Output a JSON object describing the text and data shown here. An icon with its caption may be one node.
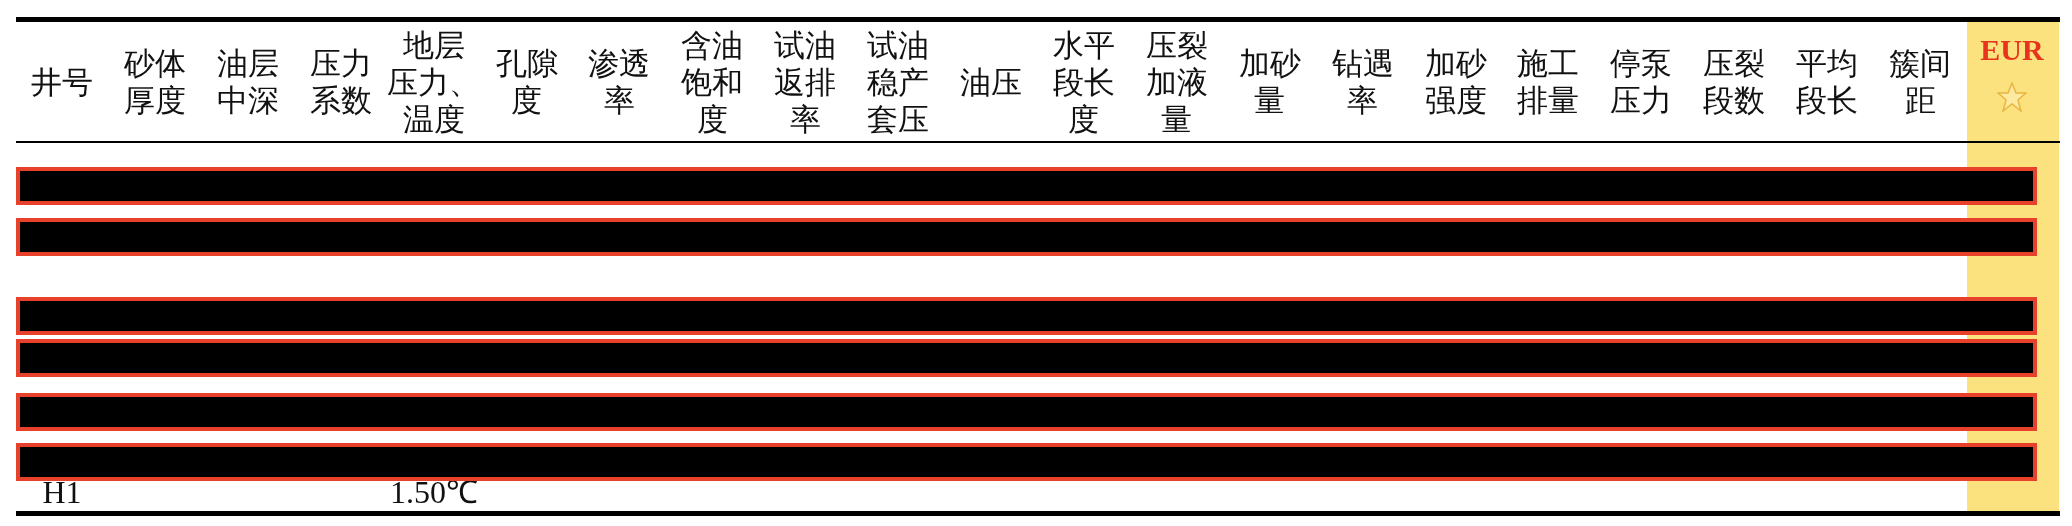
{
  "diagram": {
    "labels": [
      "井号",
      "砂体厚度",
      "油层中深",
      "压力系数",
      "地层压力、温度",
      "孔隙度",
      "渗透率",
      "含油饱和度",
      "试油返排率",
      "试油稳产套压",
      "油压",
      "水平段长度",
      "压裂加液量",
      "加砂量",
      "钻遇率",
      "加砂强度",
      "施工排量",
      "停泵压力",
      "压裂段数",
      "平均段长",
      "簇间距",
      "EUR",
      "H1",
      "1.50℃"
    ]
  }
}
